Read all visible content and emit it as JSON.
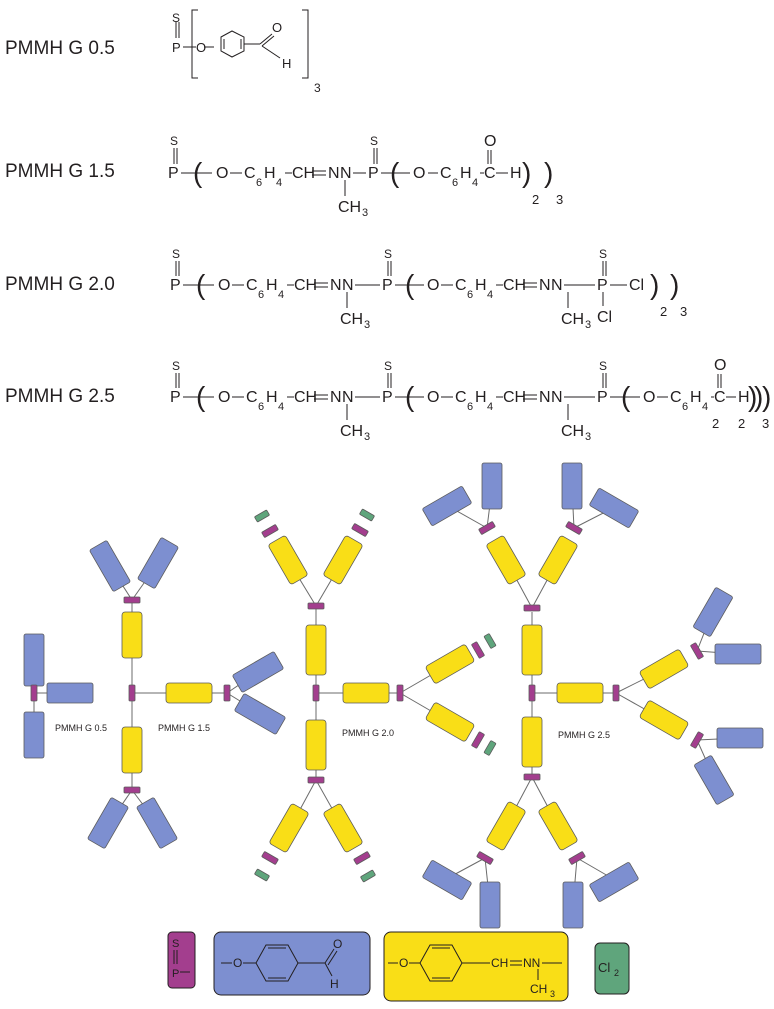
{
  "formulas": [
    {
      "label": "PMMH G 0.5"
    },
    {
      "label": "PMMH G 1.5"
    },
    {
      "label": "PMMH G 2.0"
    },
    {
      "label": "PMMH G 2.5"
    }
  ],
  "atoms": {
    "S": "S",
    "P": "P",
    "O": "O",
    "H": "H",
    "N": "N",
    "C": "C",
    "CH": "CH",
    "CH3": "CH",
    "sub3": "3",
    "sub2": "2",
    "sub6": "6",
    "sub4": "4",
    "Cl": "Cl",
    "C6H4_C": "C",
    "C6H4_H": "H"
  },
  "dendrimer_labels": [
    "PMMH G 0.5",
    "PMMH G 1.5",
    "PMMH G 2.0",
    "PMMH G 2.5"
  ],
  "legend": {
    "ps_S": "S",
    "ps_P": "P",
    "blue_O": "O",
    "blue_H": "H",
    "yellow_O": "O",
    "yellow_CH": "CH",
    "yellow_N": "NN",
    "yellow_CH3": "CH",
    "yellow_sub3": "3",
    "green_Cl": "Cl",
    "green_sub": "2"
  },
  "colors": {
    "magenta": "#a33e8e",
    "blue": "#7d8fd0",
    "yellow": "#f9de17",
    "green": "#5fa57c",
    "ink": "#231f20"
  }
}
